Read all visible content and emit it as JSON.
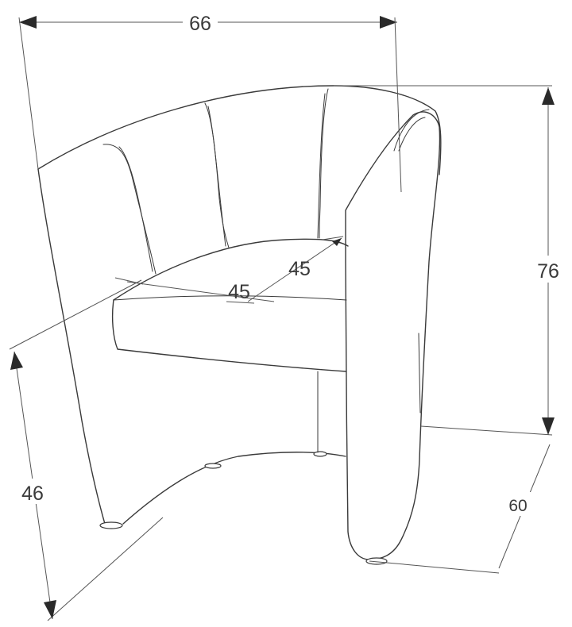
{
  "dimensions": {
    "width": "66",
    "height": "76",
    "seat_height": "46",
    "depth": "60",
    "seat_width": "45",
    "seat_depth": "45"
  },
  "colors": {
    "line": "#3a3a3a",
    "arrow": "#2a2a2a",
    "background": "#ffffff"
  }
}
